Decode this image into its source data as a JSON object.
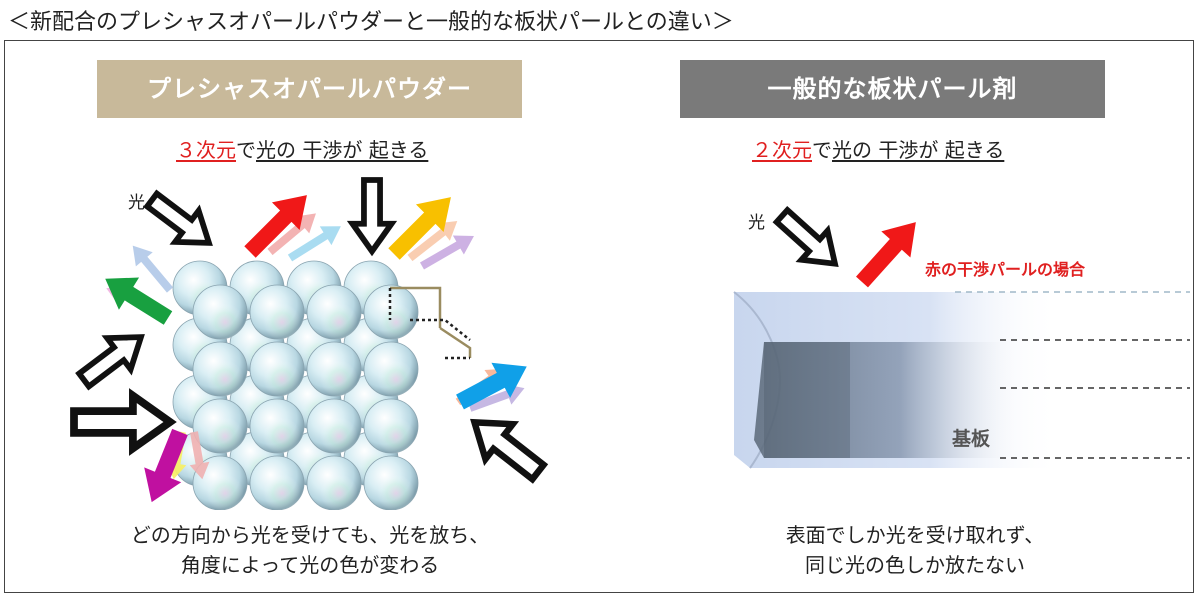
{
  "title": "＜新配合のプレシャスオパールパウダーと一般的な板状パールとの違い＞",
  "left": {
    "header": "プレシャスオパールパウダー",
    "subtitle": {
      "red": "３次元",
      "rest1": "で",
      "u1": "光の 干渉が 起きる"
    },
    "light_label": "光",
    "caption_line1": "どの方向から光を受けても、光を放ち、",
    "caption_line2": "角度によって光の色が変わる"
  },
  "right": {
    "header": "一般的な板状パール剤",
    "subtitle": {
      "red": "２次元",
      "rest1": "で",
      "u1": "光の 干渉が 起きる"
    },
    "light_label": "光",
    "red_pearl_label": "赤の干渉パールの場合",
    "substrate_label": "基板",
    "caption_line1": "表面でしか光を受け取れず、",
    "caption_line2": "同じ光の色しか放たない"
  },
  "colors": {
    "left_header_bg": "#c8b99a",
    "right_header_bg": "#7a7a7a",
    "accent_red": "#e02020",
    "arrow_red": "#f01818",
    "arrow_green": "#18a040",
    "arrow_yellow": "#f8c000",
    "arrow_blue": "#10a0e8",
    "arrow_magenta": "#c010a0"
  },
  "icons": [
    "sphere-icon",
    "arrow-icon"
  ]
}
